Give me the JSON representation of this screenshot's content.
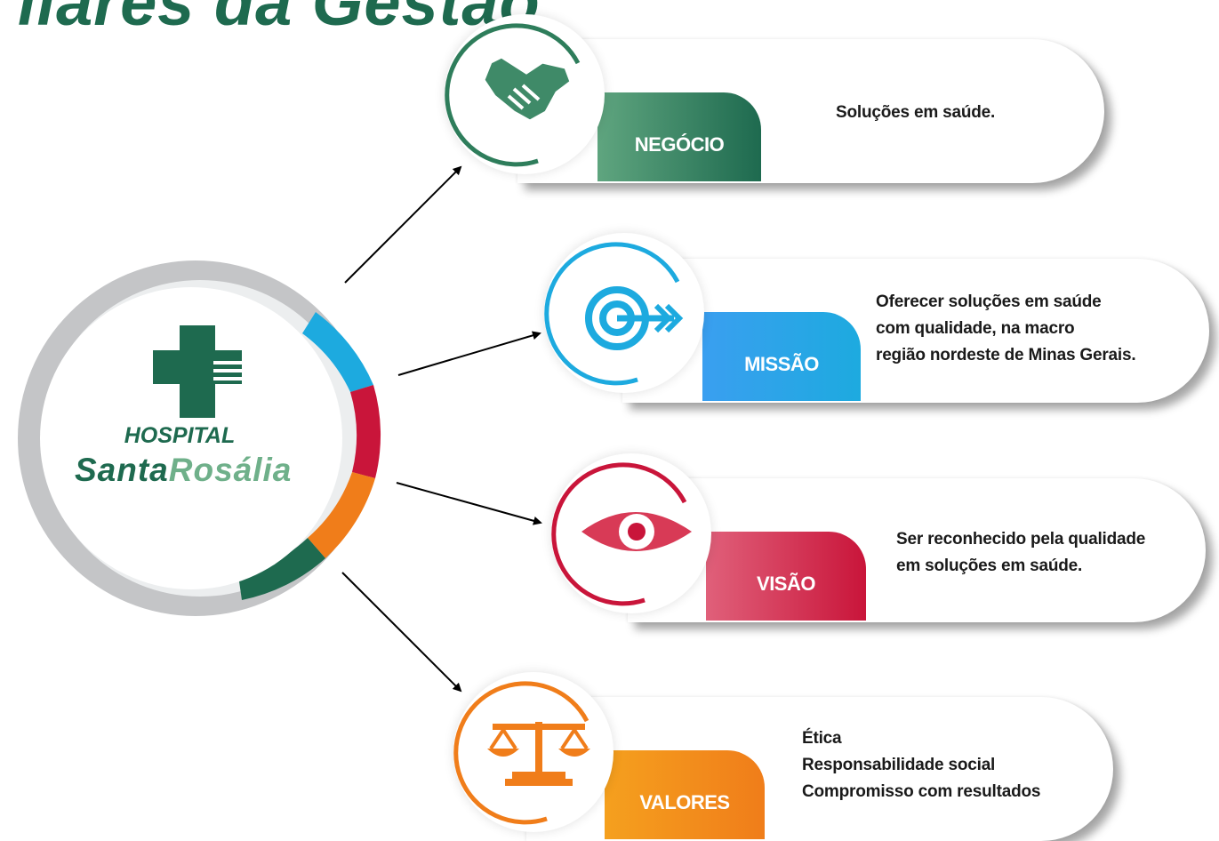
{
  "title": "ilares da Gestão",
  "logo": {
    "line1": "HOSPITAL",
    "line2a": "Santa",
    "line2b": "Rosália"
  },
  "items": [
    {
      "label": "NEGÓCIO",
      "icon": "handshake-icon",
      "color": "#1e6a4f",
      "color2": "#5fa57f",
      "lines": [
        "Soluções em saúde."
      ]
    },
    {
      "label": "MISSÃO",
      "icon": "target-icon",
      "color": "#1daadf",
      "color2": "#3a9ff0",
      "lines": [
        "Oferecer soluções em saúde",
        "com qualidade, na macro",
        "região nordeste de Minas Gerais."
      ]
    },
    {
      "label": "VISÃO",
      "icon": "eye-icon",
      "color": "#c9153a",
      "color2": "#e0607a",
      "lines": [
        "Ser reconhecido pela qualidade",
        "em soluções em saúde."
      ]
    },
    {
      "label": "VALORES",
      "icon": "scales-icon",
      "color": "#f07d1a",
      "color2": "#f5a01e",
      "lines": [
        "Ética",
        "Responsabilidade social",
        "Compromisso com resultados"
      ]
    }
  ]
}
